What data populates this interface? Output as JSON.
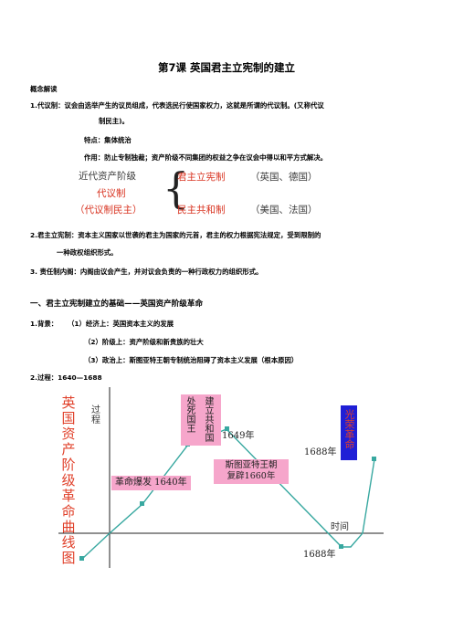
{
  "title": "第7课  英国君主立宪制的建立",
  "concepts": {
    "heading": "概念解读",
    "item1_line1": "1.代议制：议会由选举产生的议员组成，代表选民行使国家权力，这就是所谓的代议制。(又称代议",
    "item1_line2": "制民主)。",
    "feature": "特点：集体统治",
    "role": "作用：防止专制独裁；资产阶级不同集团的权益之争在议会中得以和平方式解决。",
    "item2_line1": "2.君主立宪制：资本主义国家以世袭的君主为国家的元首，君主的权力根据宪法规定，受到限制的",
    "item2_line2": "一种政权组织形式。",
    "item3": "3.  责任制内阁：内阁由议会产生，并对议会负责的一种行政权力的组织形式。"
  },
  "concept_figure": {
    "left_1": "近代资产阶级",
    "left_2": "代议制",
    "left_3": "（代议制民主）",
    "right_1": "君主立宪制",
    "right_1_note": "（英国、德国）",
    "right_2": "民主共和制",
    "right_2_note": "（美国、法国）"
  },
  "section1": {
    "heading": "一、君主立宪制建立的基础——英国资产阶级革命",
    "bg_label": "1.背景：",
    "bg1": "（1）经济上：英国资本主义的发展",
    "bg2": "（2）阶级上：资产阶级和新贵族的壮大",
    "bg3": "（3）政治上：斯图亚特王朝专制统治阻碍了资本主义发展（根本原因）",
    "process": "2.过程：1640—1688"
  },
  "graph": {
    "vertical_title": "英国资产阶级革命曲线图",
    "y_axis": "过程",
    "x_axis": "时间",
    "box_revolution": "革命爆发 1640年",
    "box_execute": "处死国王",
    "box_republic": "建立共和国",
    "year_1649": "1649年",
    "box_restoration_1": "斯图亚特王朝",
    "box_restoration_2": "复辟1660年",
    "box_glorious": "光荣革命",
    "year_1688_top": "1688年",
    "year_1688_bottom": "1688年",
    "colors": {
      "line": "#38a8a0",
      "pink": "#f6a6cb",
      "blue": "#1f1fd6",
      "red": "#e0402a"
    }
  }
}
